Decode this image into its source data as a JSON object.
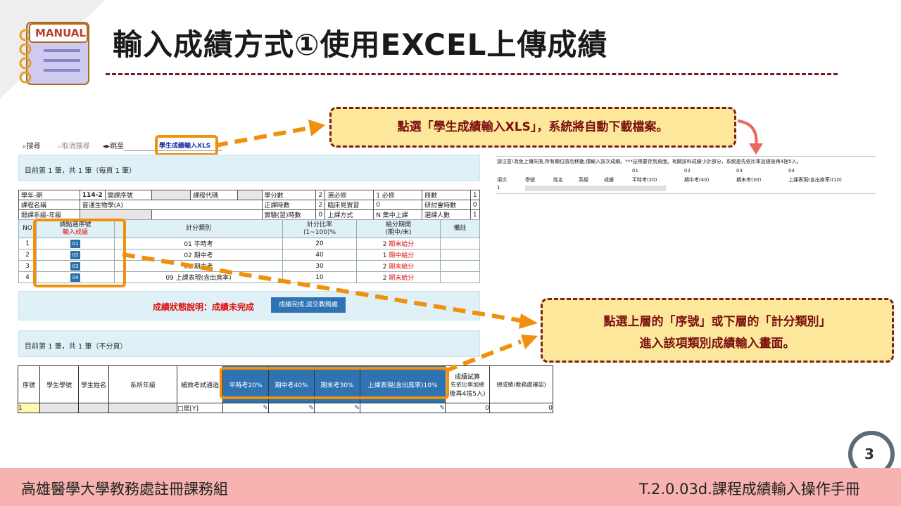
{
  "slide": {
    "title": "輸入成績方式①使用EXCEL上傳成績",
    "badge": "MANUAL",
    "page_number": "3"
  },
  "footer": {
    "left": "高雄醫學大學教務處註冊課務組",
    "right": "T.2.0.03d.課程成績輸入操作手冊"
  },
  "callouts": {
    "top": "點選「學生成績輸入XLS」，系統將自動下載檔案。",
    "bottom_line1": "點選上層的「序號」或下層的「計分類別」",
    "bottom_line2": "進入該項類別成績輸入畫面。"
  },
  "toolbar": {
    "search": "搜尋",
    "cancel_search": "取消搜尋",
    "jump": "跳至",
    "xls_tab": "學生成績輸入XLS"
  },
  "record_count_1": "目前第 1 筆，共 1 筆（每頁 1 筆）",
  "record_count_2": "目前第 1 筆，共 1 筆（不分頁）",
  "course_info": {
    "row1": {
      "l1": "學年-期",
      "v1": "114-2",
      "l2": "開課序號",
      "l3": "課程代碼",
      "l4": "學分數",
      "v4": "2",
      "v4b": "選必修",
      "v5": "1 必修",
      "l6": "冊數",
      "v6": "1"
    },
    "row2": {
      "l1": "課程名稱",
      "v1": "普通生物學(A)",
      "l4": "正課時數",
      "v4": "2",
      "v4b": "臨床見實習",
      "v5": "0",
      "l6": "研討會時數",
      "v6": "0"
    },
    "row3": {
      "l1": "開課系級-年級",
      "l4": "實驗(習)時數",
      "v4": "0",
      "v4b": "上課方式",
      "v5": "N 集中上課",
      "l6": "選課人數",
      "v6": "1"
    }
  },
  "grade_table": {
    "headers": {
      "no": "NO",
      "seq_line1": "請點選序號",
      "seq_line2": "輸入成績",
      "category": "計分類別",
      "ratio_line1": "計分比率",
      "ratio_line2": "(1~100)%",
      "period_line1": "給分期間",
      "period_line2": "(期中/末)",
      "note": "備註"
    },
    "rows": [
      {
        "no": "1",
        "seq": "01",
        "category": "01 平時考",
        "ratio": "20",
        "period_num": "2",
        "period_text": "期末給分"
      },
      {
        "no": "2",
        "seq": "02",
        "category": "02 期中考",
        "ratio": "40",
        "period_num": "1",
        "period_text": "期中給分"
      },
      {
        "no": "3",
        "seq": "03",
        "category": "03 期末考",
        "ratio": "30",
        "period_num": "2",
        "period_text": "期末給分"
      },
      {
        "no": "4",
        "seq": "04",
        "category": "09 上課表現(含出席率)",
        "ratio": "10",
        "period_num": "2",
        "period_text": "期末給分"
      }
    ]
  },
  "status": {
    "text": "成績狀態說明：成績未完成",
    "button": "成績完成,送交教務處"
  },
  "student_table": {
    "headers": {
      "seq": "序號",
      "student_id": "學生學號",
      "student_name": "學生姓名",
      "dept": "系所年級",
      "makeup": "補救考試通過",
      "c1": "平時考20%",
      "c2": "期中考40%",
      "c3": "期末考30%",
      "c4": "上課表現(含出席率)10%",
      "calc_line1": "成績試算",
      "calc_line2": "先依比率加總",
      "calc_line3": "後再4捨5入)",
      "total": "總成績(教務處確認)"
    },
    "row": {
      "seq": "1",
      "makeup": "□是[Y]",
      "calc": "0",
      "total": "0"
    }
  },
  "excel_sheet": {
    "notice": "請注意!為免上傳失敗,所有欄位請勿移動,僅輸入該次成績。***記得要存到桌面。有關該科成績小計部分，系統是先依比率加總後再4捨5入。",
    "codes": [
      "01",
      "02",
      "03",
      "04"
    ],
    "headers": [
      "項次",
      "學號",
      "姓名",
      "系級",
      "成績",
      "平時考(20)",
      "期中考(40)",
      "期末考(30)",
      "上課表現(含出席率)(10)"
    ],
    "row1": "1"
  },
  "colors": {
    "accent_orange": "#f0900c",
    "callout_fill": "#fde79a",
    "callout_border": "#7a1e1e",
    "footer_bg": "#f6b3b0",
    "button_blue": "#2f73b3"
  }
}
